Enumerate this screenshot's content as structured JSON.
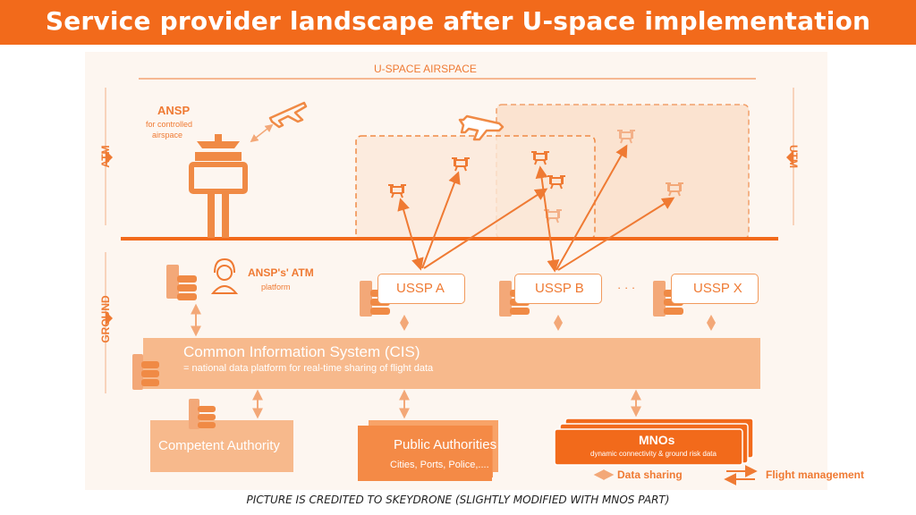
{
  "header": {
    "title": "Service provider landscape after U-space implementation"
  },
  "airspace": {
    "label": "U-SPACE AIRSPACE",
    "left_side_label": "ATM",
    "right_side_label": "UTM",
    "ground_label": "GROUND"
  },
  "ansp": {
    "title": "ANSP",
    "line1": "for controlled",
    "line2": "airspace"
  },
  "atm_platform": {
    "line1": "ANSP's' ATM",
    "line2": "platform"
  },
  "ussps": [
    {
      "label": "USSP A"
    },
    {
      "label": "USSP B"
    },
    {
      "label": "USSP X"
    }
  ],
  "ussp_ellipsis": "· · ·",
  "cis": {
    "title": "Common Information System (CIS)",
    "subtitle": "= national data platform for real-time sharing of flight data"
  },
  "bottom": {
    "competent_authority": "Competent Authority",
    "public_authorities": {
      "title": "Public Authorities",
      "sub": "Cities, Ports, Police,...."
    },
    "mnos": {
      "title": "MNOs",
      "sub": "dynamic connectivity & ground risk data"
    }
  },
  "legend": {
    "data_sharing": "Data sharing",
    "flight_management": "Flight management"
  },
  "credit": "PICTURE IS CREDITED TO SKEYDRONE (SLIGHTLY MODIFIED WITH MNOS PART)",
  "colors": {
    "accent": "#f26a1b",
    "light": "#f7b98c",
    "pale": "#fbe0cc"
  }
}
